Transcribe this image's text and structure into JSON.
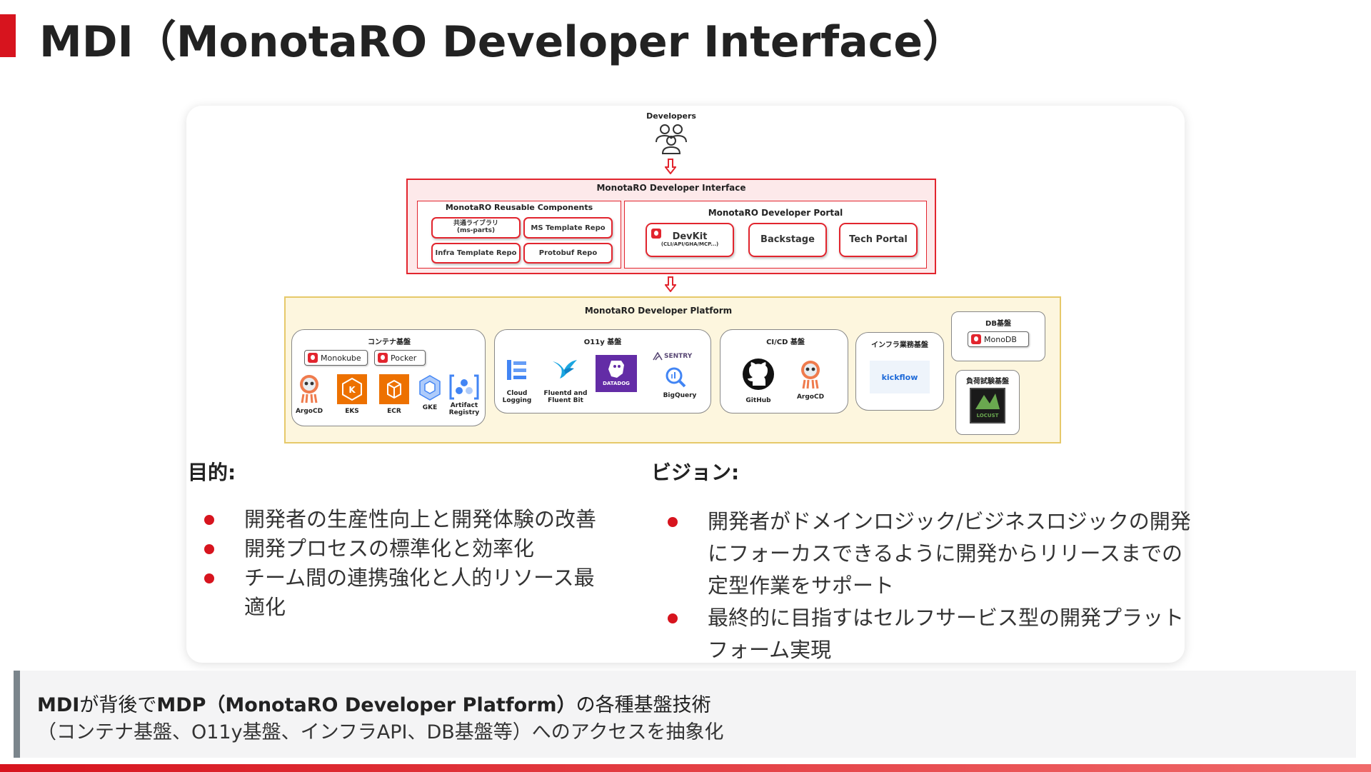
{
  "slide": {
    "title": "MDI（MonotaRO Developer Interface）"
  },
  "diagram": {
    "developers_label": "Developers",
    "mdi": {
      "title": "MonotaRO Developer Interface",
      "reusable": {
        "title": "MonotaRO Reusable Components",
        "items": [
          "共通ライブラリ\n(ms-parts)",
          "MS Template Repo",
          "Infra Template Repo",
          "Protobuf Repo"
        ]
      },
      "portal": {
        "title": "MonotaRO Developer Portal",
        "devkit": "DevKit",
        "devkit_sub": "(CLI/API/GHA/MCP...)",
        "backstage": "Backstage",
        "tech_portal": "Tech Portal"
      }
    },
    "mdp": {
      "title": "MonotaRO Developer Platform",
      "container": {
        "title": "コンテナ基盤",
        "tags": [
          "Monokube",
          "Pocker"
        ],
        "icons": [
          "ArgoCD",
          "EKS",
          "ECR",
          "GKE",
          "Artifact\nRegistry"
        ]
      },
      "o11y": {
        "title": "O11y 基盤",
        "icons": [
          "Cloud\nLogging",
          "Fluentd and\nFluent Bit",
          "DATADOG",
          "SENTRY",
          "BigQuery"
        ]
      },
      "cicd": {
        "title": "CI/CD 基盤",
        "icons": [
          "GitHub",
          "ArgoCD"
        ]
      },
      "infra": {
        "title": "インフラ業務基盤",
        "logo": "kickflow"
      },
      "db": {
        "title": "DB基盤",
        "tag": "MonoDB"
      },
      "load": {
        "title": "負荷試験基盤",
        "logo": "LOCUST"
      }
    },
    "colors": {
      "accent_red": "#e2252e",
      "mdi_fill": "#fde9ea",
      "mdp_fill": "#fdf6de",
      "mdp_border": "#e6c96a"
    }
  },
  "purpose": {
    "heading": "目的:",
    "items": [
      "開発者の生産性向上と開発体験の改善",
      "開発プロセスの標準化と効率化",
      "チーム間の連携強化と人的リソース最適化"
    ]
  },
  "vision": {
    "heading": "ビジョン:",
    "items": [
      "開発者がドメインロジック/ビジネスロジックの開発にフォーカスできるように開発からリリースまでの定型作業をサポート",
      "最終的に目指すはセルフサービス型の開発プラットフォーム実現"
    ]
  },
  "footer": {
    "line1_bold1": "MDI",
    "line1_mid": "が背後で",
    "line1_bold2": "MDP（MonotaRO Developer Platform）",
    "line1_end": "の各種基盤技術",
    "line2": "（コンテナ基盤、O11y基盤、インフラAPI、DB基盤等）へのアクセスを抽象化"
  }
}
